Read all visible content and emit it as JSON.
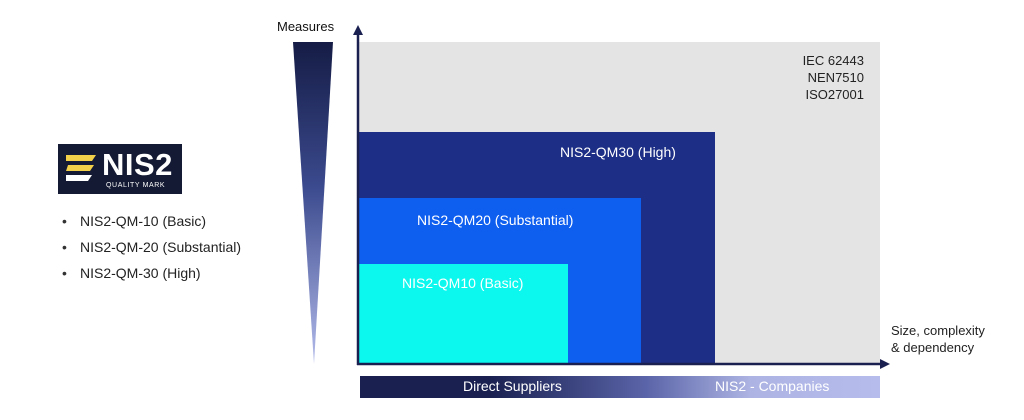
{
  "logo": {
    "main": "NIS2",
    "sub": "QUALITY MARK"
  },
  "levels": [
    "NIS2-QM-10 (Basic)",
    "NIS2-QM-20 (Substantial)",
    "NIS2-QM-30 (High)"
  ],
  "axes": {
    "y_label": "Measures",
    "x_label_line1": "Size, complexity",
    "x_label_line2": "& dependency"
  },
  "standards": [
    "IEC 62443",
    "NEN7510",
    "ISO27001"
  ],
  "regions": {
    "qm30": "NIS2-QM30 (High)",
    "qm20": "NIS2-QM20 (Substantial)",
    "qm10": "NIS2-QM10 (Basic)"
  },
  "bottom_bar": {
    "left": "Direct Suppliers",
    "right": "NIS2 - Companies"
  },
  "colors": {
    "standards_area": "#e4e4e4",
    "qm30": "#1c2e85",
    "qm20": "#0e5ef0",
    "qm10": "#0cf8ef",
    "logo_bg": "#141a33"
  }
}
